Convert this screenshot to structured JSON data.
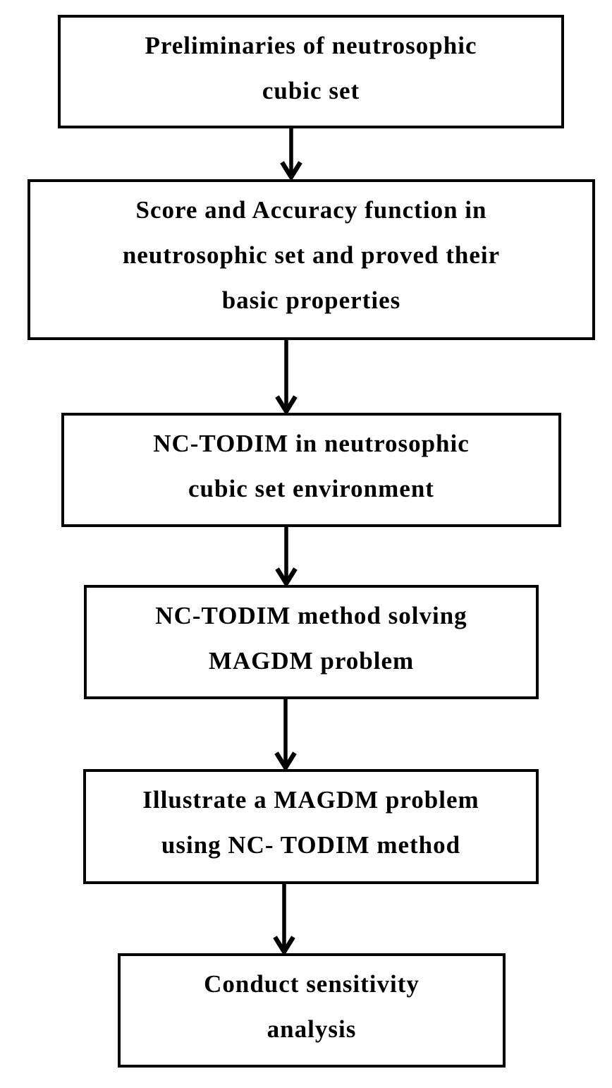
{
  "figure": {
    "colors": {
      "background": "#ffffff",
      "line": "#000000",
      "text": "#000000"
    },
    "boxes": [
      {
        "id": "preliminaries",
        "label": "Preliminaries of neutrosophic\ncubic set"
      },
      {
        "id": "score-accuracy",
        "label": "Score and Accuracy function in\nneutrosophic set and proved their\nbasic properties"
      },
      {
        "id": "nc-todim-environment",
        "label": "NC-TODIM in neutrosophic\ncubic set environment"
      },
      {
        "id": "nc-todim-magdm",
        "label": "NC-TODIM method solving\nMAGDM problem"
      },
      {
        "id": "illustrate-magdm",
        "label": "Illustrate a MAGDM problem\nusing NC- TODIM method"
      },
      {
        "id": "sensitivity-analysis",
        "label": "Conduct sensitivity\nanalysis"
      }
    ]
  }
}
